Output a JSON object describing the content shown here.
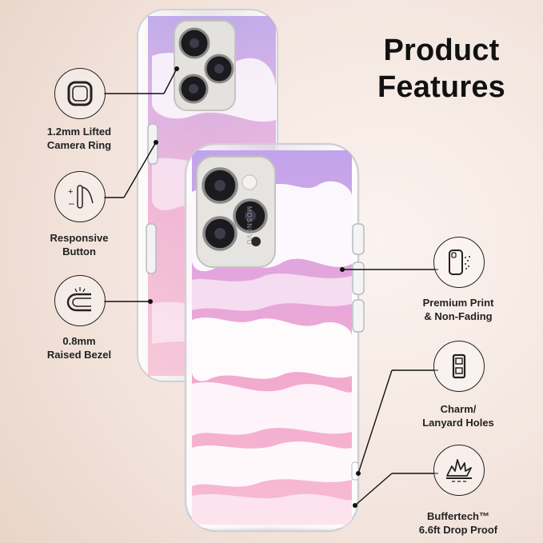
{
  "title": {
    "line1": "Product",
    "line2": "Features"
  },
  "features": {
    "camera_ring": {
      "line1": "1.2mm Lifted",
      "line2": "Camera Ring",
      "icon": "camera-ring-icon"
    },
    "button": {
      "line1": "Responsive",
      "line2": "Button",
      "icon": "button-icon"
    },
    "bezel": {
      "line1": "0.8mm",
      "line2": "Raised Bezel",
      "icon": "bezel-icon"
    },
    "print": {
      "line1": "Premium Print",
      "line2": "& Non-Fading",
      "icon": "phone-print-icon"
    },
    "charm": {
      "line1": "Charm/",
      "line2": "Lanyard Holes",
      "icon": "lanyard-holes-icon"
    },
    "drop": {
      "line1": "Buffertech™",
      "line2": "6.6ft Drop Proof",
      "icon": "impact-icon"
    }
  },
  "brand_text": "MOSNOVO"
}
